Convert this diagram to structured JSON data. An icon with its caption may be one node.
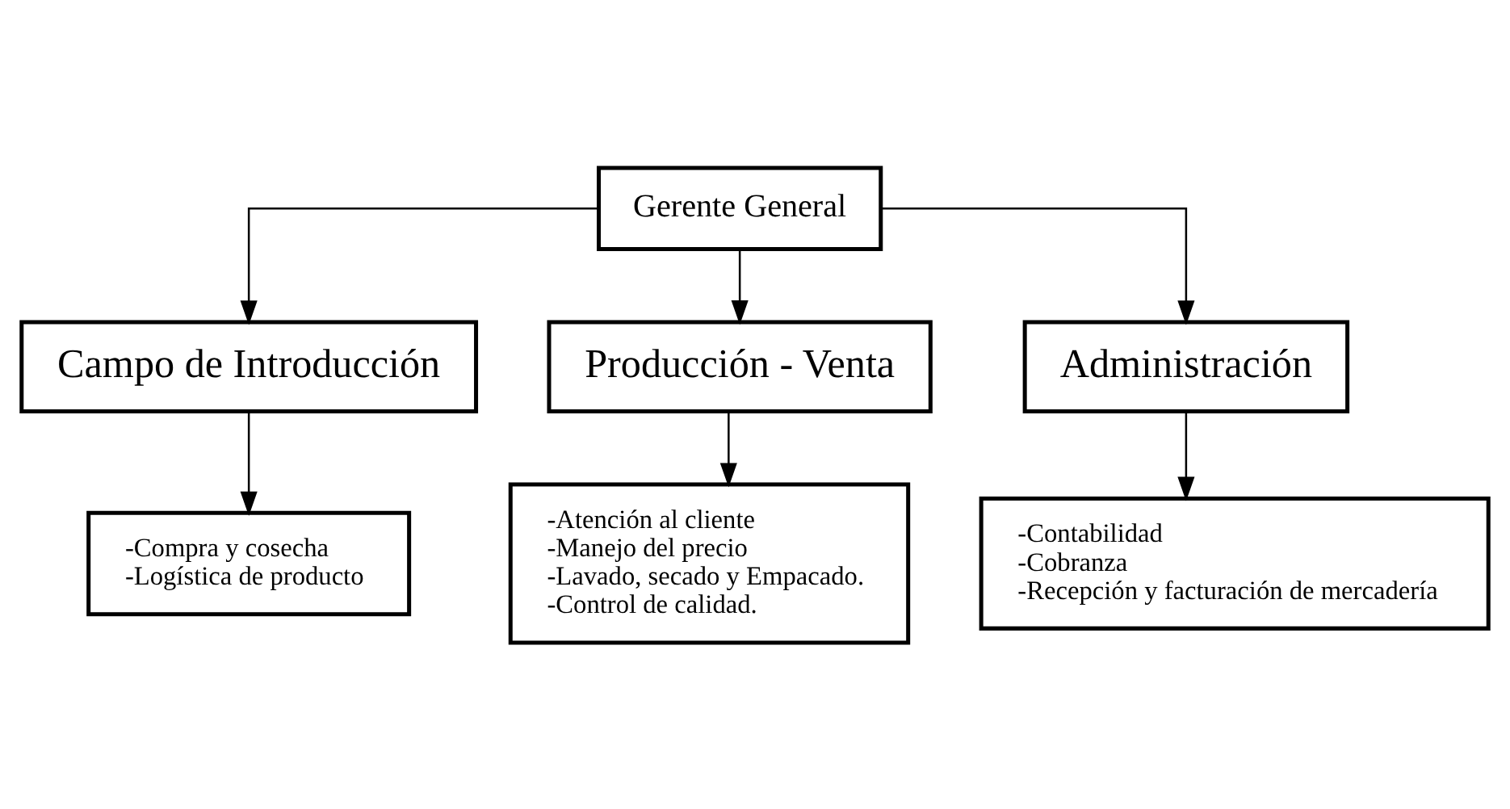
{
  "diagram": {
    "nodes": [
      {
        "text": [
          "Gerente General"
        ]
      },
      {
        "text": [
          "Campo de Introducción"
        ]
      },
      {
        "text": [
          "Producción - Venta"
        ]
      },
      {
        "text": [
          "Administración"
        ]
      },
      {
        "text": [
          "-Compra y cosecha",
          "-Logística de producto"
        ]
      },
      {
        "text": [
          "-Atención al cliente",
          "-Manejo del precio",
          "-Lavado, secado y Empacado.",
          "-Control de calidad."
        ]
      },
      {
        "text": [
          "-Contabilidad",
          "-Cobranza",
          "-Recepción y facturación de mercadería"
        ]
      }
    ],
    "edges": [
      {
        "from": 0,
        "to": 1,
        "arrow": "to"
      },
      {
        "from": 0,
        "to": 2,
        "arrow": "to"
      },
      {
        "from": 0,
        "to": 3,
        "arrow": "to"
      },
      {
        "from": 1,
        "to": 4,
        "arrow": "to"
      },
      {
        "from": 2,
        "to": 5,
        "arrow": "to"
      },
      {
        "from": 3,
        "to": 6,
        "arrow": "to"
      }
    ]
  }
}
